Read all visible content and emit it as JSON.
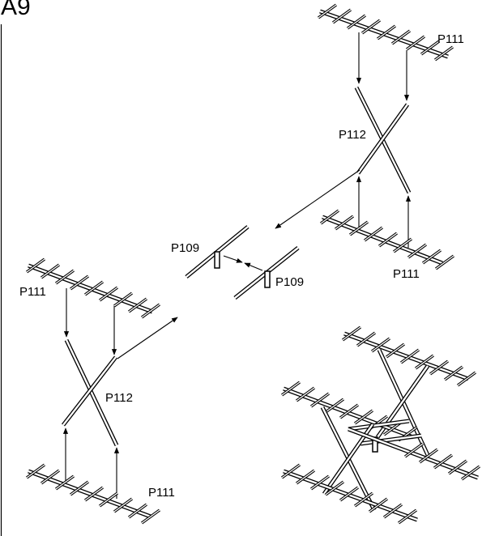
{
  "step": "A9",
  "colors": {
    "ink": "#000000",
    "paper": "#ffffff"
  },
  "parts": {
    "top_rail_upper": "P111",
    "top_cross": "P112",
    "top_rail_lower": "P111",
    "connector_left": "P109",
    "connector_right": "P109",
    "left_rail_upper": "P111",
    "left_cross": "P112",
    "left_rail_lower": "P111"
  }
}
